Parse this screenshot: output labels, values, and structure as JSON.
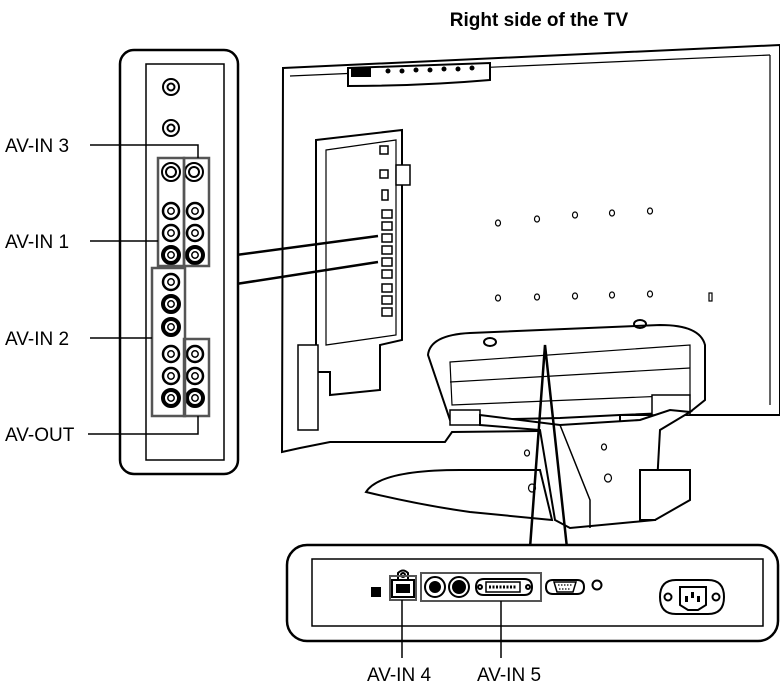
{
  "header": {
    "title": "Right side of the TV"
  },
  "side_panel_labels": {
    "av_in_3": "AV-IN 3",
    "av_in_1": "AV-IN 1",
    "av_in_2": "AV-IN 2",
    "av_out": "AV-OUT"
  },
  "bottom_panel_labels": {
    "av_in_4": "AV-IN 4",
    "av_in_5": "AV-IN 5"
  },
  "colors": {
    "line": "#000000",
    "background": "#ffffff",
    "group_box": "#555555"
  }
}
